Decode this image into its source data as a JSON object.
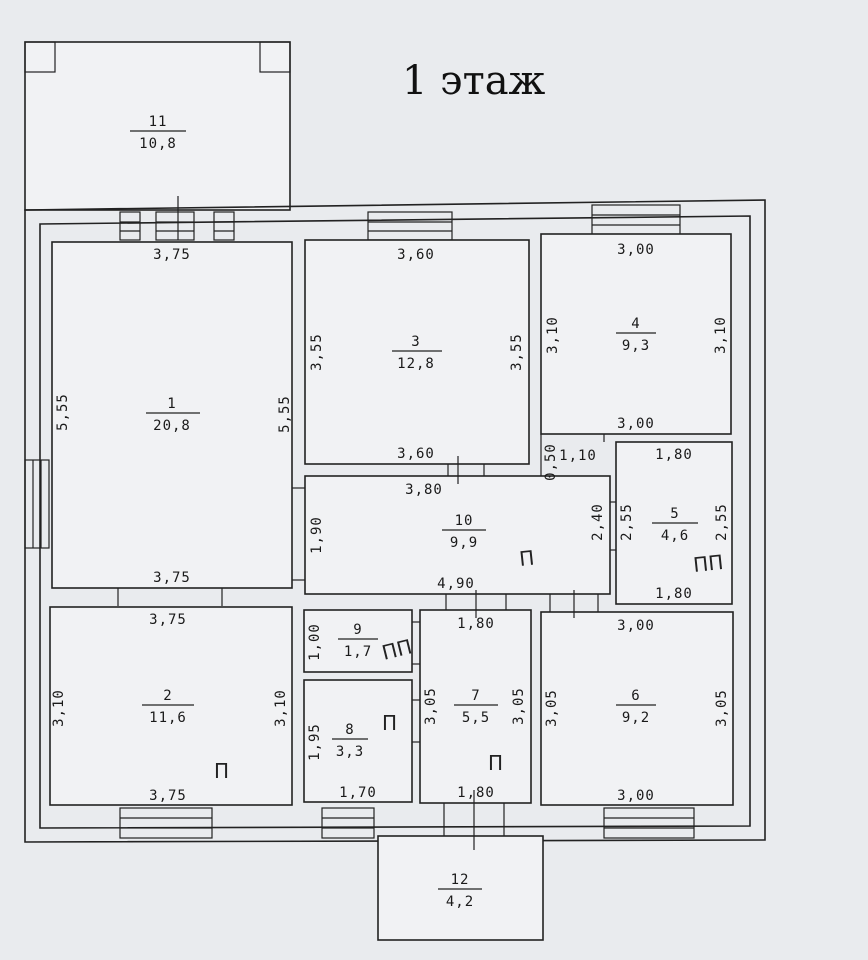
{
  "floor_title": "1 этаж",
  "rooms": [
    {
      "id": "r1",
      "number": "1",
      "area": "20,8"
    },
    {
      "id": "r2",
      "number": "2",
      "area": "11,6"
    },
    {
      "id": "r3",
      "number": "3",
      "area": "12,8"
    },
    {
      "id": "r4",
      "number": "4",
      "area": "9,3"
    },
    {
      "id": "r5",
      "number": "5",
      "area": "4,6"
    },
    {
      "id": "r6",
      "number": "6",
      "area": "9,2"
    },
    {
      "id": "r7",
      "number": "7",
      "area": "5,5"
    },
    {
      "id": "r8",
      "number": "8",
      "area": "3,3"
    },
    {
      "id": "r9",
      "number": "9",
      "area": "1,7"
    },
    {
      "id": "r10",
      "number": "10",
      "area": "9,9"
    },
    {
      "id": "r11",
      "number": "11",
      "area": "10,8"
    },
    {
      "id": "r12",
      "number": "12",
      "area": "4,2"
    }
  ],
  "dimensions": {
    "r1_top": "3,75",
    "r1_bottom": "3,75",
    "r1_left": "5,55",
    "r1_right": "5,55",
    "r3_top": "3,60",
    "r3_bottom": "3,60",
    "r3_left": "3,55",
    "r3_right": "3,55",
    "r4_top": "3,00",
    "r4_bottom": "3,00",
    "r4_left": "3,10",
    "r4_right": "3,10",
    "r10_top": "3,80",
    "r10_bottom": "4,90",
    "r10_left": "1,90",
    "r10_right": "2,40",
    "corr_small_v": "0,50",
    "corr_small_h": "1,10",
    "r5_top": "1,80",
    "r5_bottom": "1,80",
    "r5_left": "2,55",
    "r5_right": "2,55",
    "r2_top": "3,75",
    "r2_bottom": "3,75",
    "r2_left": "3,10",
    "r2_right": "3,10",
    "r9_left": "1,00",
    "r8_left": "1,95",
    "r8_bottom": "1,70",
    "r7_top": "1,80",
    "r7_bottom": "1,80",
    "r7_left": "3,05",
    "r7_right": "3,05",
    "r6_top": "3,00",
    "r6_bottom": "3,00",
    "r6_left": "3,05",
    "r6_right": "3,05"
  },
  "handwritten_marks": {
    "m_r10": "П",
    "m_r5": "ПП",
    "m_r9": "ПП",
    "m_r8": "П",
    "m_r7": "П",
    "m_r2": "П"
  }
}
